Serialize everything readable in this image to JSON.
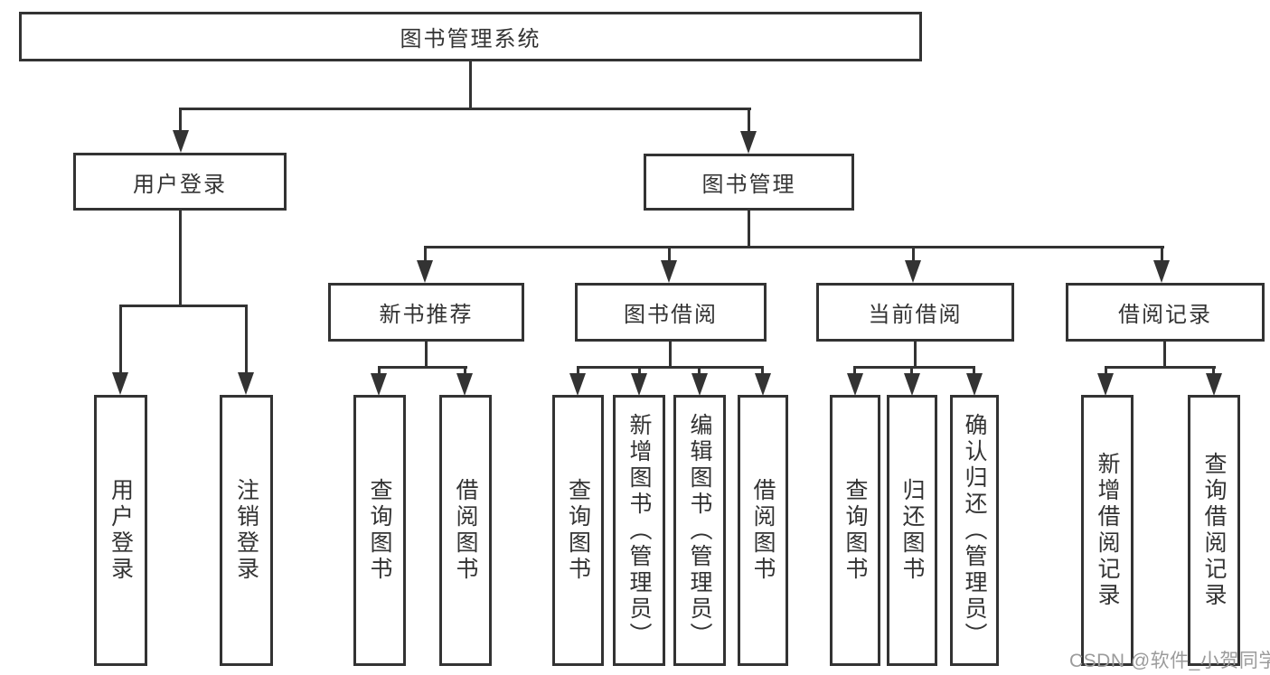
{
  "tree": {
    "label": "图书管理系统",
    "children": [
      {
        "label": "用户登录",
        "children": [
          {
            "label": "用户登录"
          },
          {
            "label": "注销登录"
          }
        ]
      },
      {
        "label": "图书管理",
        "children": [
          {
            "label": "新书推荐",
            "children": [
              {
                "label": "查询图书"
              },
              {
                "label": "借阅图书"
              }
            ]
          },
          {
            "label": "图书借阅",
            "children": [
              {
                "label": "查询图书"
              },
              {
                "label": "新增图书（管理员）"
              },
              {
                "label": "编辑图书（管理员）"
              },
              {
                "label": "借阅图书"
              }
            ]
          },
          {
            "label": "当前借阅",
            "children": [
              {
                "label": "查询图书"
              },
              {
                "label": "归还图书"
              },
              {
                "label": "确认归还（管理员）"
              }
            ]
          },
          {
            "label": "借阅记录",
            "children": [
              {
                "label": "新增借阅记录"
              },
              {
                "label": "查询借阅记录"
              }
            ]
          }
        ]
      }
    ]
  },
  "watermark": "CSDN @软件_小贺同学",
  "colors": {
    "line": "#333333",
    "text": "#333333",
    "watermark": "#9b9b9b",
    "background": "#ffffff"
  }
}
